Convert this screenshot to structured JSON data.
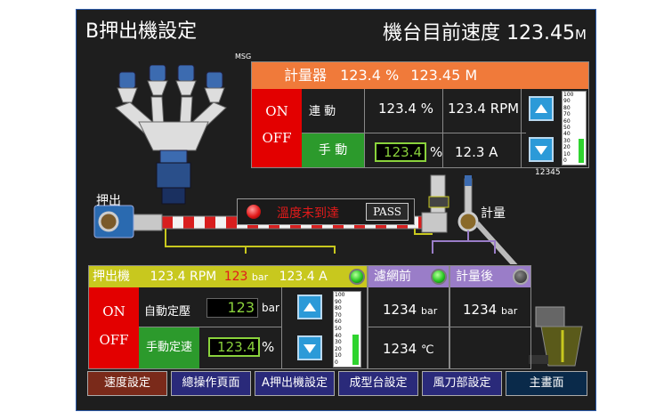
{
  "title": "B押出機設定",
  "speed_label": "機台目前速度",
  "speed_value": "123.45",
  "speed_unit": "M",
  "msg_label": "MSG",
  "meter": {
    "title": "計量器",
    "title_pct": "123.4 %",
    "title_m": "123.45 M",
    "on_label": "ON",
    "off_label": "OFF",
    "link_label": "連 動",
    "link_value": "123.4 %",
    "link_rpm": "123.4 RPM",
    "manual_label": "手 動",
    "manual_value": "123.4",
    "manual_unit": "%",
    "manual_amp": "12.3 A",
    "gauge_scale": [
      "100",
      "90",
      "80",
      "70",
      "60",
      "50",
      "40",
      "30",
      "20",
      "10",
      "0"
    ],
    "gauge_level": 0.35,
    "counter": "12345"
  },
  "line": {
    "extruder_label": "押出",
    "meter_label": "計量",
    "temp_warning": "溫度未到達",
    "pass_label": "PASS"
  },
  "extruder": {
    "title": "押出機",
    "rpm": "123.4 RPM",
    "bar_value": "123",
    "bar_unit": "bar",
    "amp": "123.4 A",
    "on_label": "ON",
    "off_label": "OFF",
    "auto_label": "自動定壓",
    "auto_value": "123",
    "auto_unit": "bar",
    "manual_label": "手動定速",
    "manual_value": "123.4",
    "manual_unit": "%",
    "gauge_scale": [
      "100",
      "90",
      "80",
      "70",
      "60",
      "50",
      "40",
      "30",
      "20",
      "10",
      "0"
    ],
    "gauge_level": 0.42
  },
  "filter": {
    "title": "濾網前",
    "pressure": "1234",
    "pressure_unit": "bar",
    "temp": "1234",
    "temp_unit": "℃"
  },
  "after": {
    "title": "計量後",
    "pressure": "1234",
    "pressure_unit": "bar"
  },
  "nav": [
    "速度設定",
    "總操作頁面",
    "A押出機設定",
    "成型台設定",
    "風刀部設定",
    "主畫面"
  ],
  "colors": {
    "accent_orange": "#f07a3a",
    "accent_yellow": "#c8c81e",
    "accent_purple": "#9a7dc8",
    "on_red": "#e30000",
    "manual_green": "#2c9a2c",
    "frame_blue": "#2c5aa8"
  }
}
